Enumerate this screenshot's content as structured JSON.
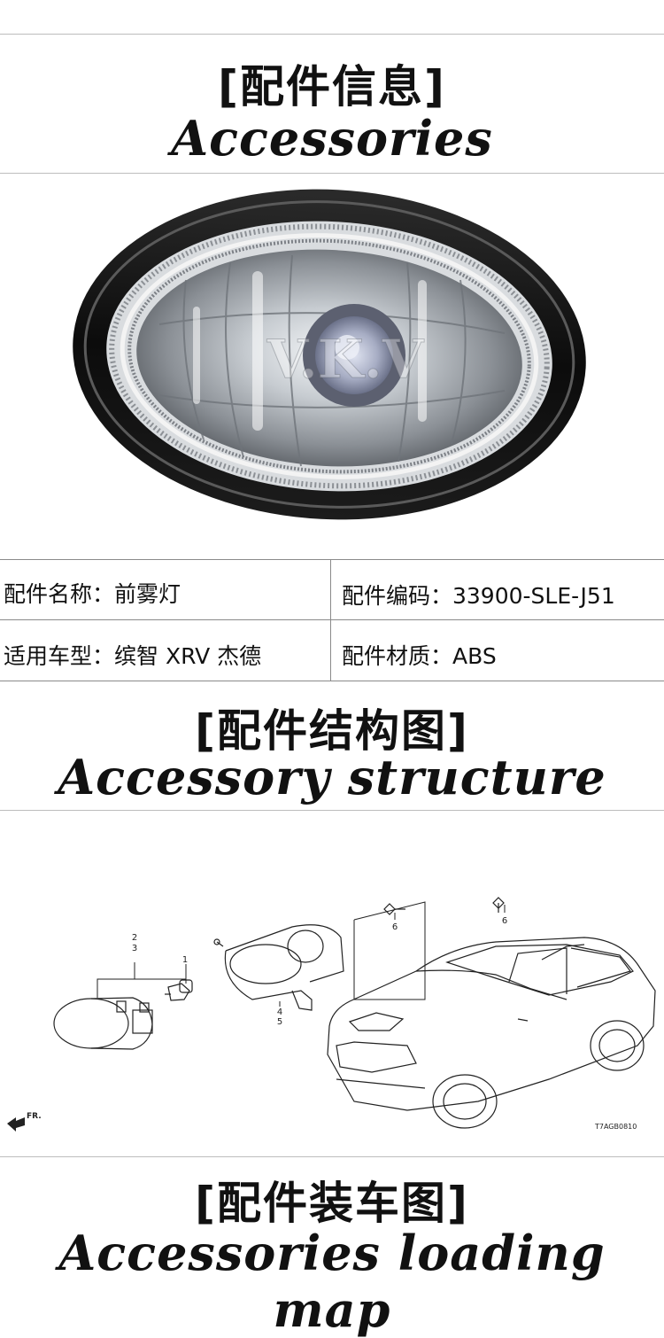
{
  "section_info": {
    "title_zh": "[配件信息]",
    "title_en": "Accessories information"
  },
  "photo": {
    "watermark": "V.K.V"
  },
  "specs": {
    "name_label": "配件名称：前雾灯",
    "code_label": "配件编码：33900-SLE-J51",
    "model_label": "适用车型：缤智 XRV 杰德",
    "material_label": "配件材质：ABS"
  },
  "section_structure": {
    "title_zh": "[配件结构图]",
    "title_en": "Accessory structure"
  },
  "diagram": {
    "callouts": [
      "1",
      "2",
      "3",
      "4",
      "5",
      "6",
      "6"
    ],
    "direction_label": "FR.",
    "code": "T7AGB0810"
  },
  "section_loading": {
    "title_zh": "[配件装车图]",
    "title_en": "Accessories loading map"
  }
}
